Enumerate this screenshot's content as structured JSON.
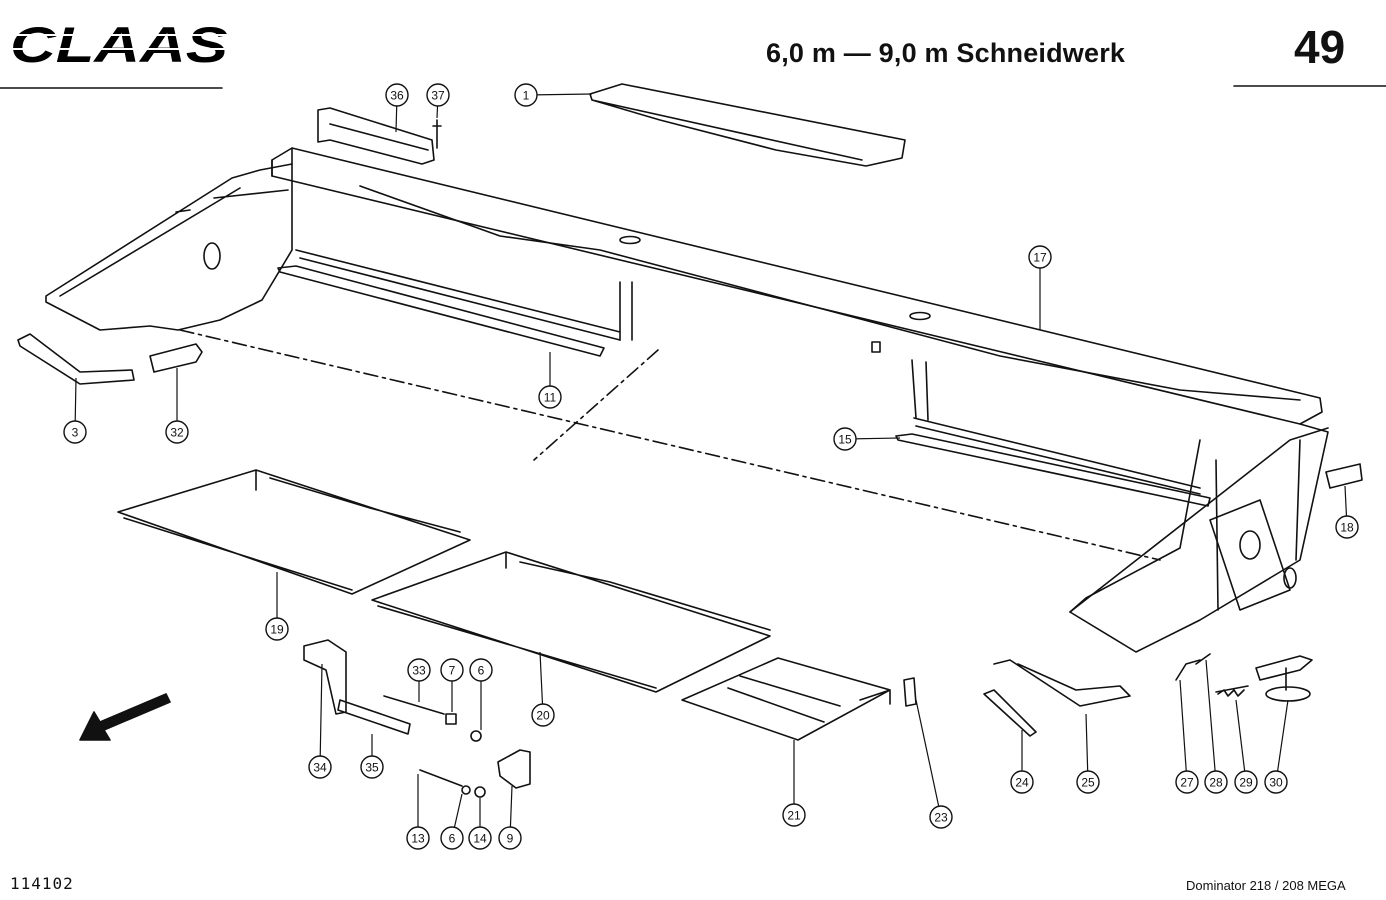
{
  "header": {
    "brand": "CLAAS",
    "title": "6,0 m — 9,0 m Schneidwerk",
    "page_number": "49"
  },
  "footer": {
    "document_number": "114102",
    "model": "Dominator 218 / 208 MEGA"
  },
  "callouts": [
    {
      "id": "1",
      "label": "1"
    },
    {
      "id": "3",
      "label": "3"
    },
    {
      "id": "6a",
      "label": "6"
    },
    {
      "id": "6b",
      "label": "6"
    },
    {
      "id": "7",
      "label": "7"
    },
    {
      "id": "9",
      "label": "9"
    },
    {
      "id": "11",
      "label": "11"
    },
    {
      "id": "13",
      "label": "13"
    },
    {
      "id": "14",
      "label": "14"
    },
    {
      "id": "15",
      "label": "15"
    },
    {
      "id": "17",
      "label": "17"
    },
    {
      "id": "18",
      "label": "18"
    },
    {
      "id": "19",
      "label": "19"
    },
    {
      "id": "20",
      "label": "20"
    },
    {
      "id": "21",
      "label": "21"
    },
    {
      "id": "23",
      "label": "23"
    },
    {
      "id": "24",
      "label": "24"
    },
    {
      "id": "25",
      "label": "25"
    },
    {
      "id": "27",
      "label": "27"
    },
    {
      "id": "28",
      "label": "28"
    },
    {
      "id": "29",
      "label": "29"
    },
    {
      "id": "30",
      "label": "30"
    },
    {
      "id": "32",
      "label": "32"
    },
    {
      "id": "33",
      "label": "33"
    },
    {
      "id": "34",
      "label": "34"
    },
    {
      "id": "35",
      "label": "35"
    },
    {
      "id": "36",
      "label": "36"
    },
    {
      "id": "37",
      "label": "37"
    }
  ]
}
